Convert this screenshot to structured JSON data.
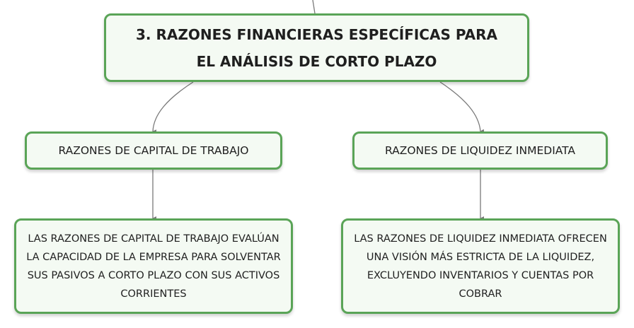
{
  "diagram": {
    "main_node": {
      "label": "3. RAZONES FINANCIERAS ESPECÍFICAS PARA EL ANÁLISIS DE CORTO PLAZO"
    },
    "branches": [
      {
        "title": "RAZONES DE CAPITAL DE TRABAJO",
        "description": "LAS RAZONES DE CAPITAL DE TRABAJO EVALÚAN LA CAPACIDAD DE LA EMPRESA PARA SOLVENTAR SUS PASIVOS A CORTO PLAZO CON SUS ACTIVOS CORRIENTES"
      },
      {
        "title": "RAZONES DE LIQUIDEZ INMEDIATA",
        "description": "LAS RAZONES DE LIQUIDEZ INMEDIATA OFRECEN UNA VISIÓN MÁS ESTRICTA DE LA LIQUIDEZ, EXCLUYENDO INVENTARIOS Y CUENTAS POR COBRAR"
      }
    ],
    "colors": {
      "node_border": "#5aa457",
      "node_fill": "#f4faf3",
      "connector": "#7a7a7a",
      "text": "#1f1f1f"
    }
  }
}
